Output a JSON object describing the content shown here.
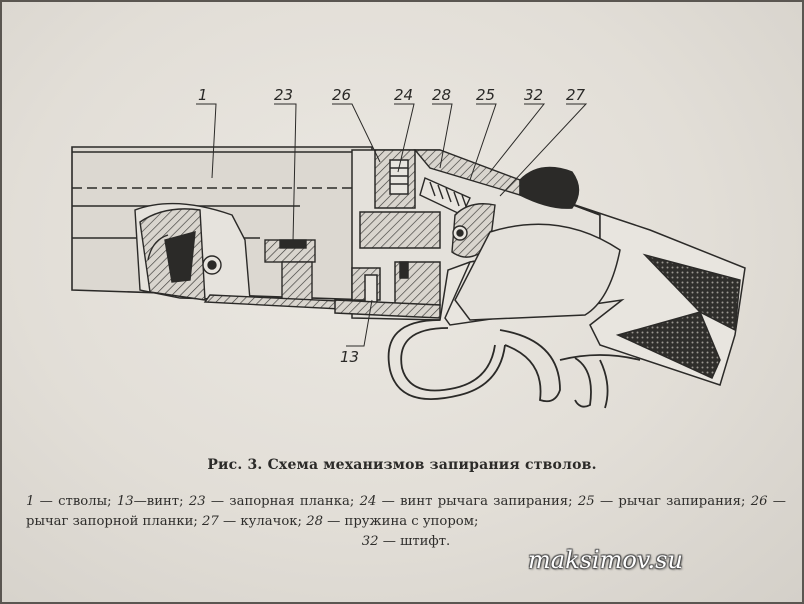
{
  "figure": {
    "callouts": {
      "c1": "1",
      "c23": "23",
      "c26": "26",
      "c24": "24",
      "c28": "28",
      "c25": "25",
      "c32": "32",
      "c27": "27",
      "c13": "13"
    },
    "title": "Рис. 3. Схема механизмов запирания стволов."
  },
  "legend": {
    "n1": "1",
    "t1": " — стволы; ",
    "n13": "13",
    "t13": "—винт; ",
    "n23": "23",
    "t23": " — запорная планка; ",
    "n24": "24",
    "t24": " — винт рычага запирания; ",
    "n25": "25",
    "t25": " — рычаг запирания; ",
    "n26": "26",
    "t26": " — рычаг запорной планки; ",
    "n27": "27",
    "t27": " — кулачок; ",
    "n28": "28",
    "t28": " — пружина с упором; ",
    "n32": "32",
    "t32": " — штифт."
  },
  "watermark": "maksimov.su"
}
